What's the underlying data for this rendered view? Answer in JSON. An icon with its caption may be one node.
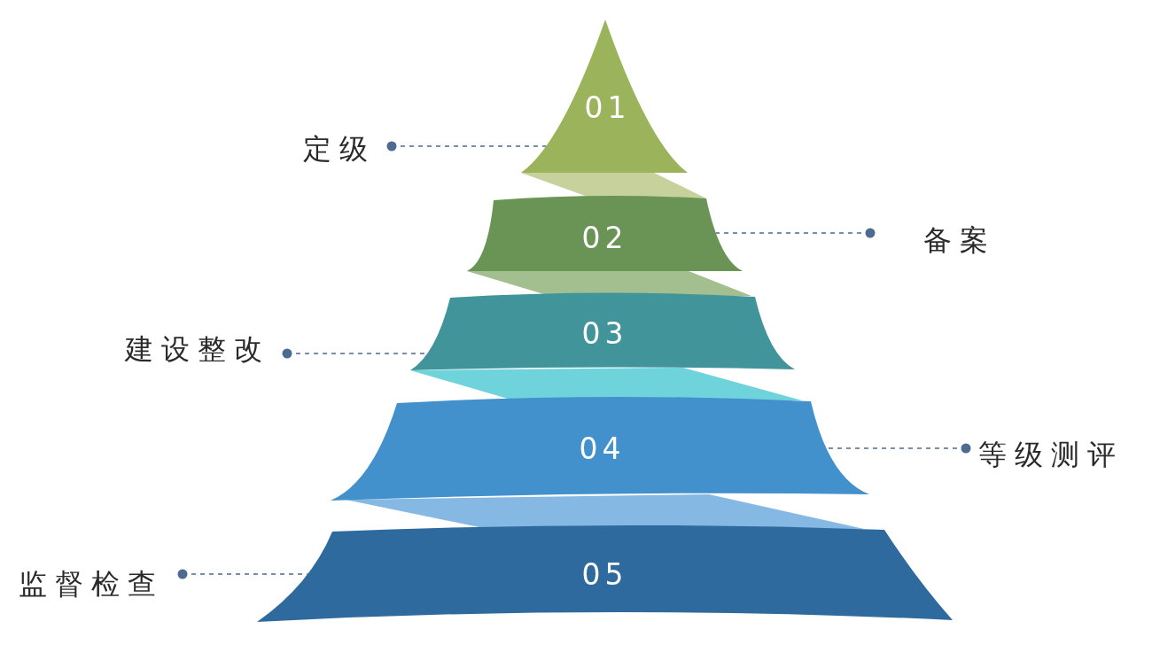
{
  "diagram": {
    "nodes": [
      {
        "text": [
          "01"
        ]
      },
      {
        "text": [],
        "shape": "band"
      },
      {
        "text": [
          "02"
        ]
      },
      {
        "text": [],
        "shape": "band"
      },
      {
        "text": [
          "03"
        ]
      },
      {
        "text": [],
        "shape": "band"
      },
      {
        "text": [
          "04"
        ]
      },
      {
        "text": [],
        "shape": "band"
      },
      {
        "text": [
          "05"
        ]
      },
      {
        "text": [
          "定级"
        ]
      },
      {
        "text": [
          "备案"
        ]
      },
      {
        "text": [
          "建设整改"
        ]
      },
      {
        "text": [
          "等级测评"
        ]
      },
      {
        "text": [
          "监督检查"
        ]
      }
    ],
    "edges": [
      {
        "from": 9,
        "to": 0,
        "arrow": "other",
        "style": "dashed"
      },
      {
        "from": 10,
        "to": 2,
        "arrow": "other",
        "style": "dashed"
      },
      {
        "from": 11,
        "to": 4,
        "arrow": "other",
        "style": "dashed"
      },
      {
        "from": 12,
        "to": 6,
        "arrow": "other",
        "style": "dashed"
      },
      {
        "from": 13,
        "to": 8,
        "arrow": "other",
        "style": "dashed"
      }
    ]
  }
}
